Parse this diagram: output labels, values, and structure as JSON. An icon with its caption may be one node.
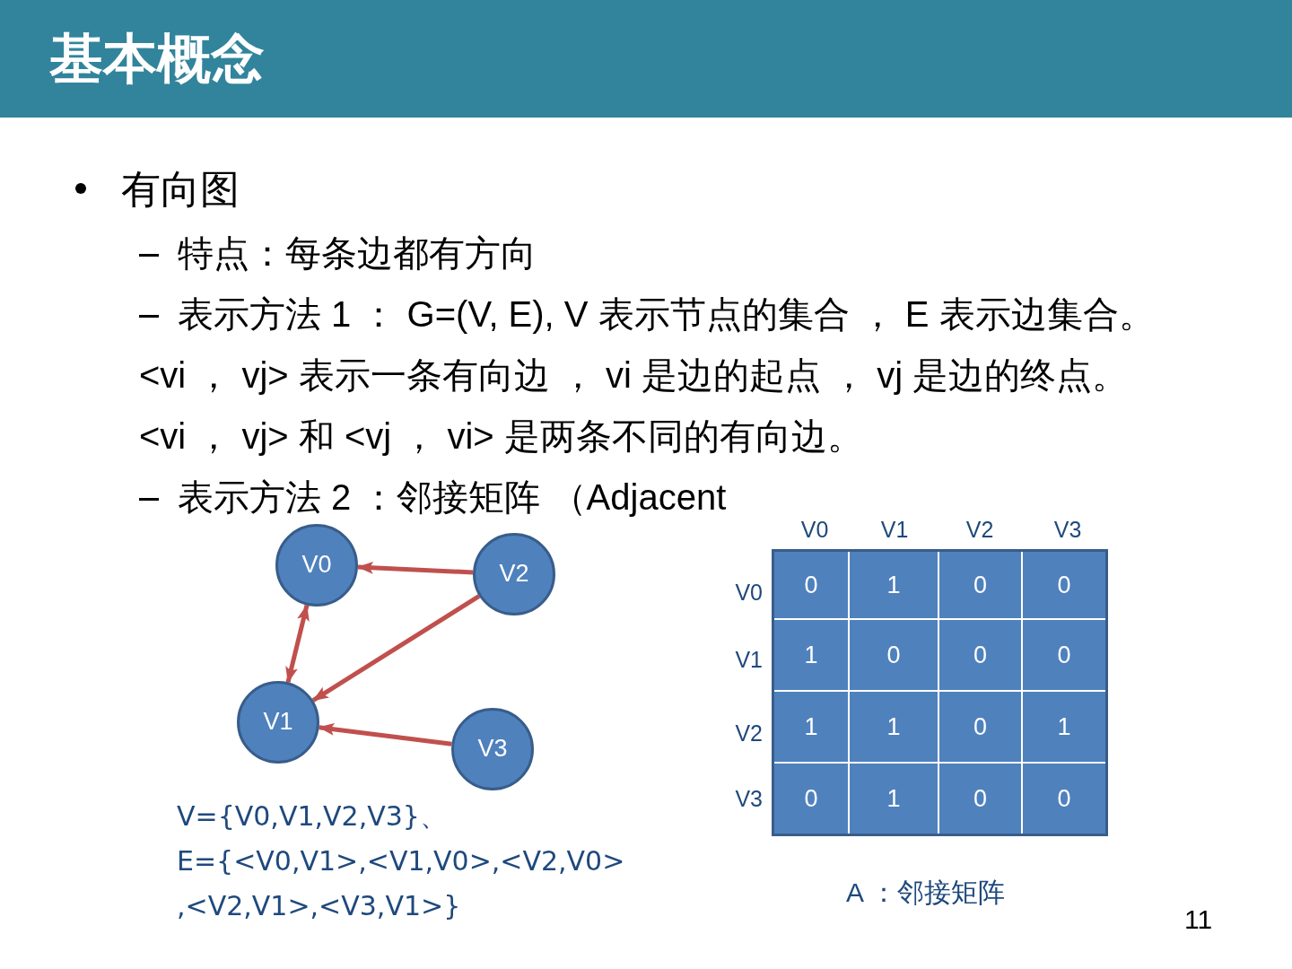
{
  "diagram": {
    "title": "基本概念",
    "nodes": [
      {
        "text": [
          "V0"
        ]
      },
      {
        "text": [
          "V2"
        ]
      },
      {
        "text": [
          "V1"
        ]
      },
      {
        "text": [
          "V3"
        ]
      }
    ],
    "edges": [
      {
        "from": 1,
        "to": 0,
        "arrow": "to"
      },
      {
        "from": 0,
        "to": 2,
        "arrow": "both"
      },
      {
        "from": 1,
        "to": 2,
        "arrow": "to"
      },
      {
        "from": 3,
        "to": 2,
        "arrow": "to"
      }
    ],
    "labels": [
      "有向图",
      "特点：每条边都有方向",
      "表示方法 1 ： G=(V, E), V 表示节点的集合 ， E 表示边集合。",
      "<vi ， vj> 表示一条有向边 ， vi 是边的起点 ， vj 是边的终点。",
      "<vi ， vj> 和 <vj ， vi> 是两条不同的有向边。",
      "表示方法 2 ：邻接矩阵 （Adjacent",
      "V0",
      "V1",
      "V2",
      "V3",
      "V0",
      "0",
      "1",
      "0",
      "0",
      "V1",
      "1",
      "0",
      "0",
      "0",
      "V2",
      "1",
      "1",
      "0",
      "1",
      "V3",
      "0",
      "1",
      "0",
      "0",
      "V={V0,V1,V2,V3}、",
      "E={<V0,V1>,<V1,V0>,<V2,V0> ,<V2,V1>,<V3,V1>}",
      "A ：邻接矩阵",
      "11"
    ]
  }
}
